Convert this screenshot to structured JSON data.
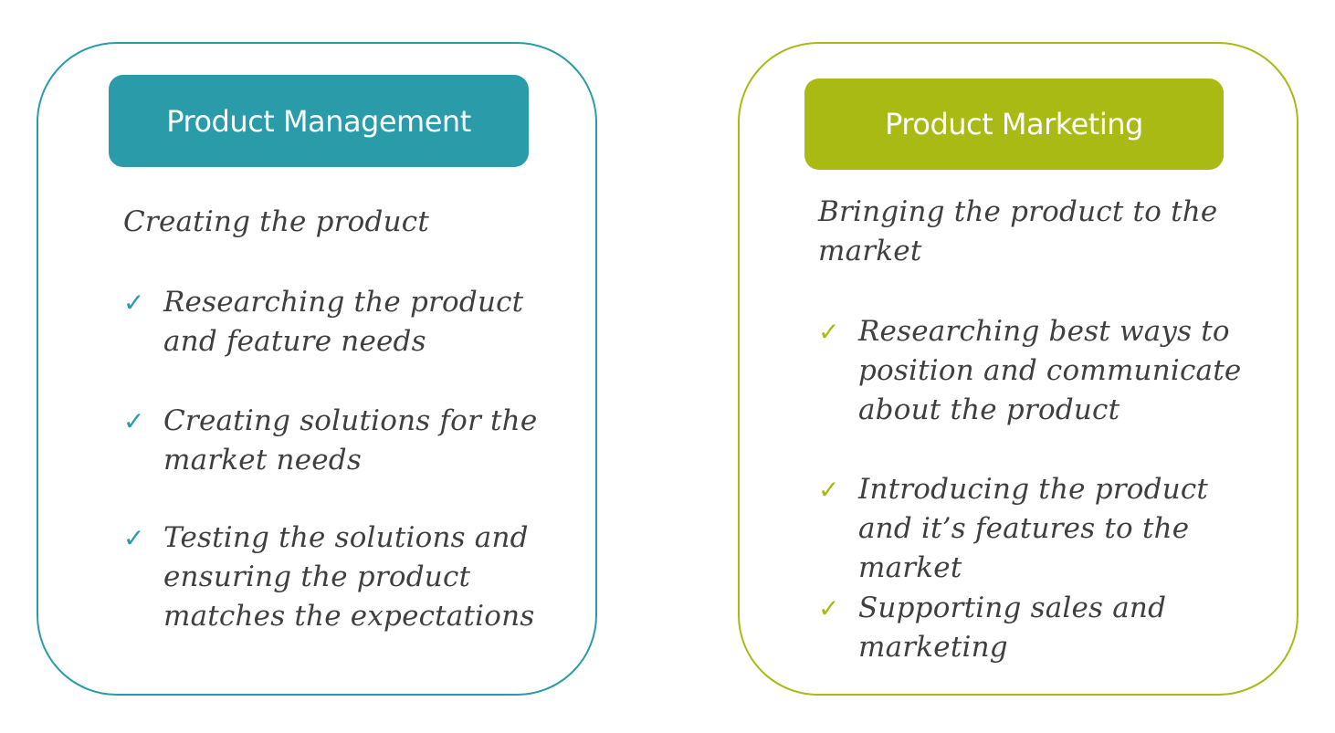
{
  "colors": {
    "management_accent": "#2a9ba8",
    "marketing_accent": "#a9ba14",
    "text": "#3f3f3f"
  },
  "icons": {
    "bullet": "check-icon"
  },
  "management": {
    "title": "Product Management",
    "lead": "Creating the product",
    "items": [
      "Researching the product and feature needs",
      "Creating solutions for the market needs",
      "Testing the solutions and ensuring the product matches the expectations"
    ]
  },
  "marketing": {
    "title": "Product Marketing",
    "lead": "Bringing the product to the market",
    "items": [
      "Researching best ways to position and communicate about the product",
      "Introducing the product and it’s features to the market",
      "Supporting sales and marketing"
    ]
  }
}
